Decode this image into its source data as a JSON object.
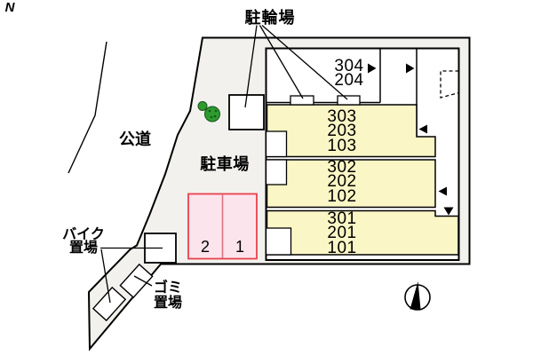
{
  "map_labels": {
    "bicycle_parking": "駐輪場",
    "public_road": "公道",
    "parking_lot": "駐車場",
    "bike_storage": [
      "バイク",
      "置場"
    ],
    "garbage_storage": [
      "ゴミ",
      "置場"
    ],
    "compass_north": "N"
  },
  "building": {
    "top_units": [
      "304",
      "204"
    ],
    "unit_blocks": [
      {
        "units": [
          "303",
          "203",
          "103"
        ]
      },
      {
        "units": [
          "302",
          "202",
          "102"
        ]
      },
      {
        "units": [
          "301",
          "201",
          "101"
        ]
      }
    ],
    "entrance_arrows": [
      "right",
      "right",
      "left",
      "left",
      "down"
    ]
  },
  "parking_spaces": [
    "2",
    "1"
  ],
  "colors": {
    "site_fill": "#f2f1ee",
    "building_fill": "#ffffff",
    "unit_block_fill": "#fbf6c5",
    "parking_space_fill": "#fce4ed",
    "parking_space_border": "#e8414d",
    "parking_space_divider": "#d8737f",
    "tree_green": "#2e9b2e",
    "tree_dark": "#14541a",
    "outline": "#000000"
  }
}
